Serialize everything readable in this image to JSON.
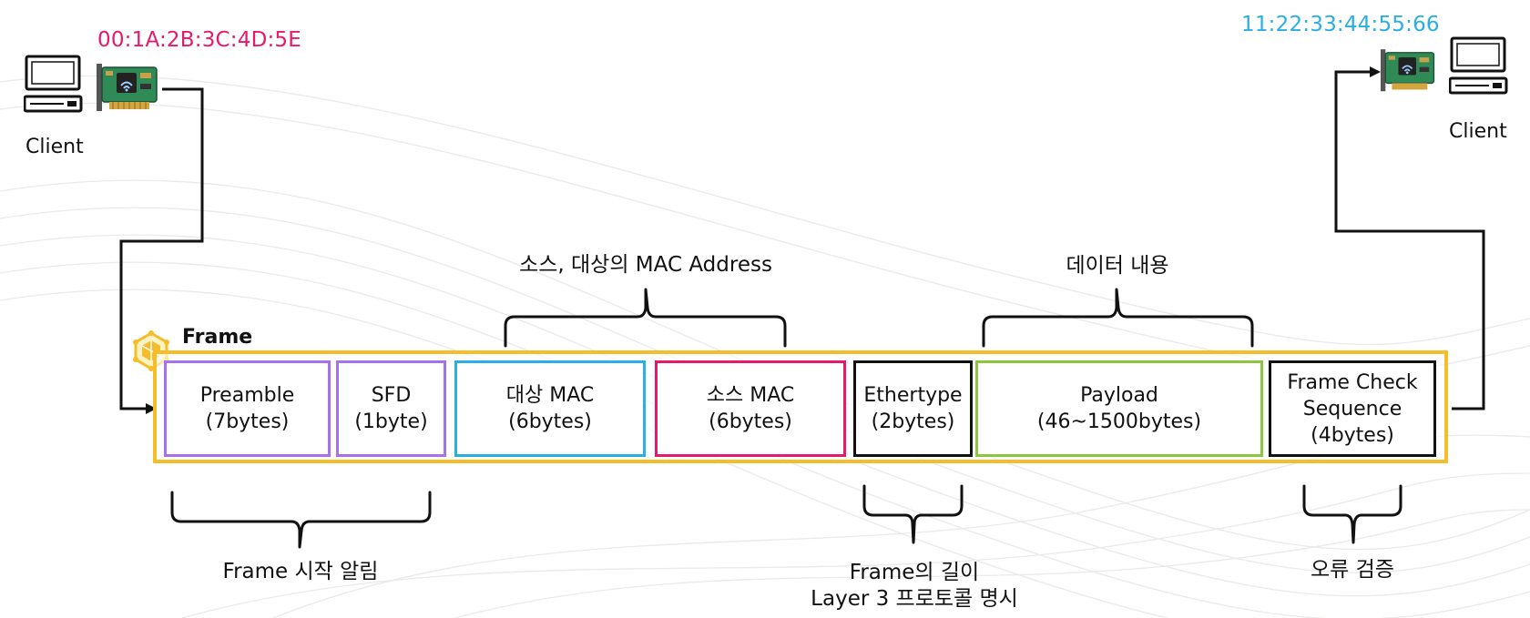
{
  "diagram": {
    "source": {
      "mac": "00:1A:2B:3C:4D:5E",
      "label": "Client"
    },
    "destination": {
      "mac": "11:22:33:44:55:66",
      "label": "Client"
    },
    "frame_label": "Frame",
    "fields": [
      {
        "name": "Preamble",
        "size": "(7bytes)"
      },
      {
        "name": "SFD",
        "size": "(1byte)"
      },
      {
        "name": "대상 MAC",
        "size": "(6bytes)"
      },
      {
        "name": "소스 MAC",
        "size": "(6bytes)"
      },
      {
        "name": "Ethertype",
        "size": "(2bytes)"
      },
      {
        "name": "Payload",
        "size": "(46~1500bytes)"
      },
      {
        "name_line1": "Frame Check",
        "name_line2": "Sequence",
        "size": "(4bytes)"
      }
    ],
    "annotations": {
      "mac_address": "소스, 대상의 MAC Address",
      "data_content": "데이터 내용",
      "frame_start": "Frame 시작 알림",
      "frame_length_line1": "Frame의 길이",
      "frame_length_line2": "Layer 3 프로토콜 명시",
      "error_check": "오류 검증"
    },
    "colors": {
      "frame_border": "#f6bd2b",
      "preamble_sfd": "#a770ee",
      "dest_mac": "#29aee6",
      "source_mac": "#e8196a",
      "ethertype": "#111111",
      "payload": "#8cc63f",
      "fcs": "#111111",
      "source_mac_text": "#e8196a",
      "dest_mac_text": "#29aee6"
    }
  }
}
